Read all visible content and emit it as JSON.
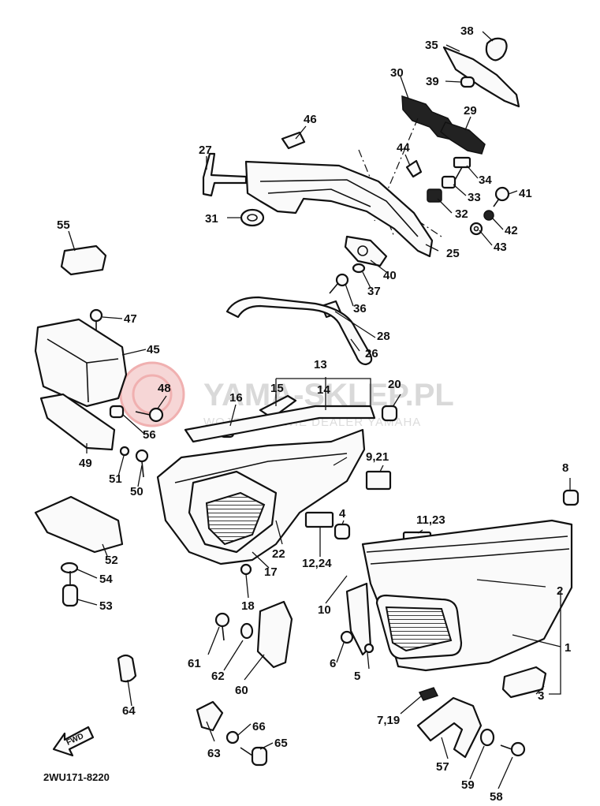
{
  "watermark": {
    "brand": "YAMA-SKLEP.PL",
    "tagline": "WOJCIECHOWIE DEALER YAMAHA"
  },
  "diagram_code": "2WU171-8220",
  "fwd_label": "FWD",
  "callouts": {
    "c1": "1",
    "c2": "2",
    "c3": "3",
    "c4": "4",
    "c5": "5",
    "c6": "6",
    "c7_19": "7,19",
    "c8": "8",
    "c9_21": "9,21",
    "c10": "10",
    "c11_23": "11,23",
    "c12_24": "12,24",
    "c13": "13",
    "c14": "14",
    "c15": "15",
    "c16": "16",
    "c17": "17",
    "c18": "18",
    "c20": "20",
    "c22": "22",
    "c25": "25",
    "c26": "26",
    "c27": "27",
    "c28": "28",
    "c29": "29",
    "c30": "30",
    "c31": "31",
    "c32": "32",
    "c33": "33",
    "c34": "34",
    "c35": "35",
    "c36": "36",
    "c37": "37",
    "c38": "38",
    "c39": "39",
    "c40": "40",
    "c41": "41",
    "c42": "42",
    "c43": "43",
    "c44": "44",
    "c45": "45",
    "c46": "46",
    "c47": "47",
    "c48": "48",
    "c49": "49",
    "c50": "50",
    "c51": "51",
    "c52": "52",
    "c53": "53",
    "c54": "54",
    "c55": "55",
    "c56": "56",
    "c57": "57",
    "c58": "58",
    "c59": "59",
    "c60": "60",
    "c61": "61",
    "c62": "62",
    "c63": "63",
    "c64": "64",
    "c65": "65",
    "c66": "66"
  }
}
